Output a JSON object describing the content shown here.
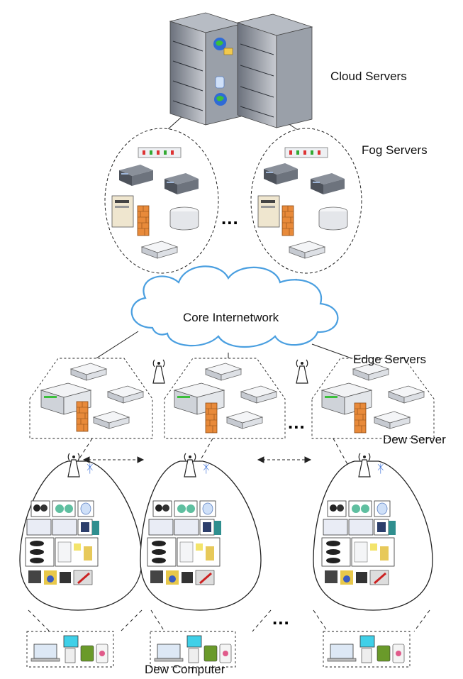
{
  "labels": {
    "cloud": "Cloud Servers",
    "fog": "Fog Servers",
    "core": "Core Internetwork",
    "edge": "Edge Servers",
    "dew_server": "Dew Server",
    "dew_computer": "Dew Computer"
  },
  "ellipsis": "...",
  "colors": {
    "cloud_outline": "#4a9fe0",
    "server_dark": "#555b66",
    "server_light": "#e8eaee",
    "firewall": "#e88a3a",
    "drive": "#d9dde3",
    "screen": "#3fd0e8",
    "green_led": "#3bbf3b"
  }
}
